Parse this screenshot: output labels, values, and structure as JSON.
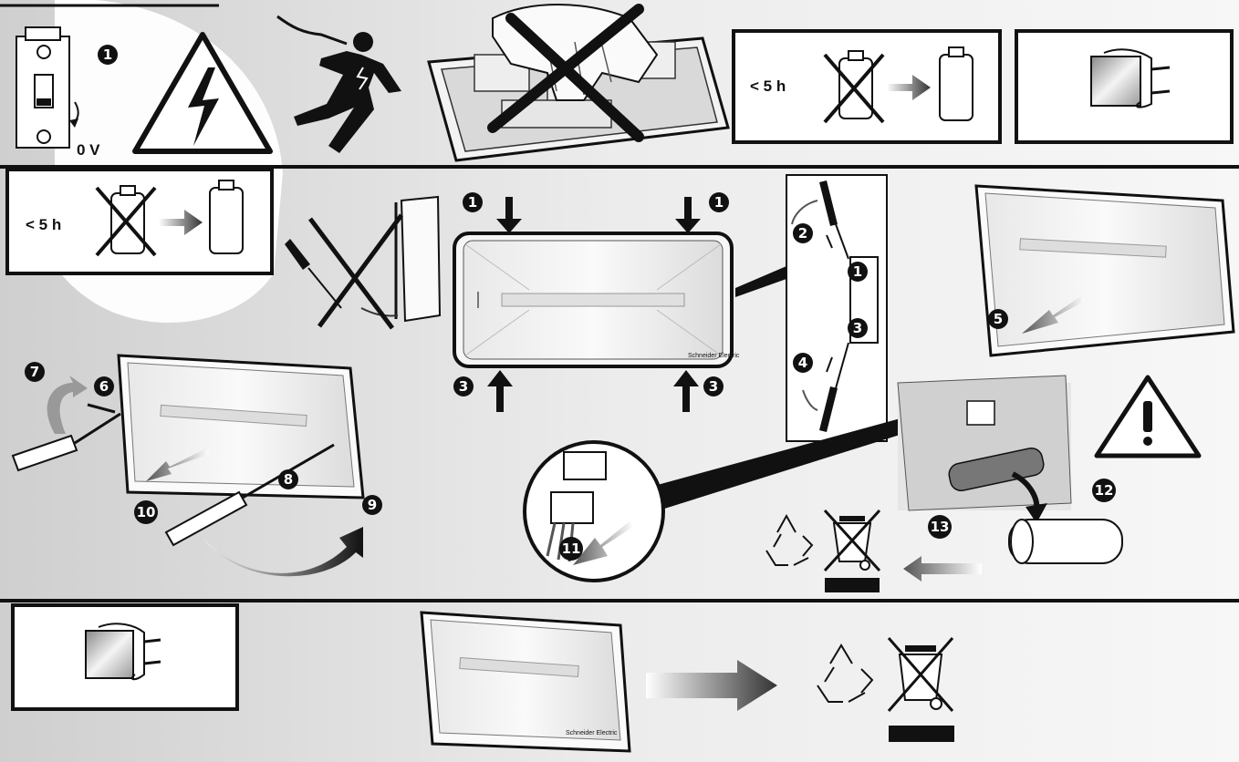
{
  "voltage_label": "0 V",
  "time_limit_label": "< 5 h",
  "brand_text": "Schneider Electric",
  "step_numbers": [
    "1",
    "2",
    "3",
    "4",
    "5",
    "6",
    "7",
    "8",
    "9",
    "10",
    "11",
    "12",
    "13"
  ]
}
